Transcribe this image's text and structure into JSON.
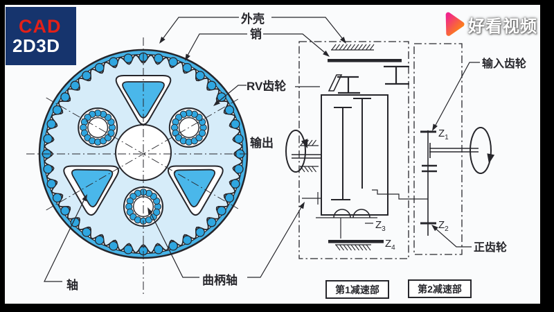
{
  "colors": {
    "ink": "#26262b",
    "frame": "#000000",
    "paper": "#fafbfc",
    "logo-bg": "#16346d",
    "logo-red": "#e22018",
    "ring-blue": "#46b3e7",
    "gear-blue": "#d6ecf9",
    "hole-blue": "#4ab7ea",
    "pin-blue": "#2fa6e0",
    "wm-pink": "#f0258c",
    "wm-orange": "#ff9400"
  },
  "logo": {
    "line1": "CAD",
    "line2": "2D3D"
  },
  "watermark": {
    "name": "好看视频"
  },
  "diagram": {
    "labels": {
      "housing": "外壳",
      "pin": "销",
      "rv_gear": "RV齿轮",
      "output": "输出",
      "input_gear": "输入齿轮",
      "spur_gear": "正齿轮",
      "shaft": "轴",
      "crank_shaft": "曲柄轴"
    },
    "gears": {
      "z1": {
        "sym": "Z",
        "sub": "1"
      },
      "z2": {
        "sym": "Z",
        "sub": "2"
      },
      "z3": {
        "sym": "Z",
        "sub": "3"
      },
      "z4": {
        "sym": "Z",
        "sub": "4"
      }
    },
    "sections": {
      "first": "第1减速部",
      "second": "第2减速部"
    }
  }
}
